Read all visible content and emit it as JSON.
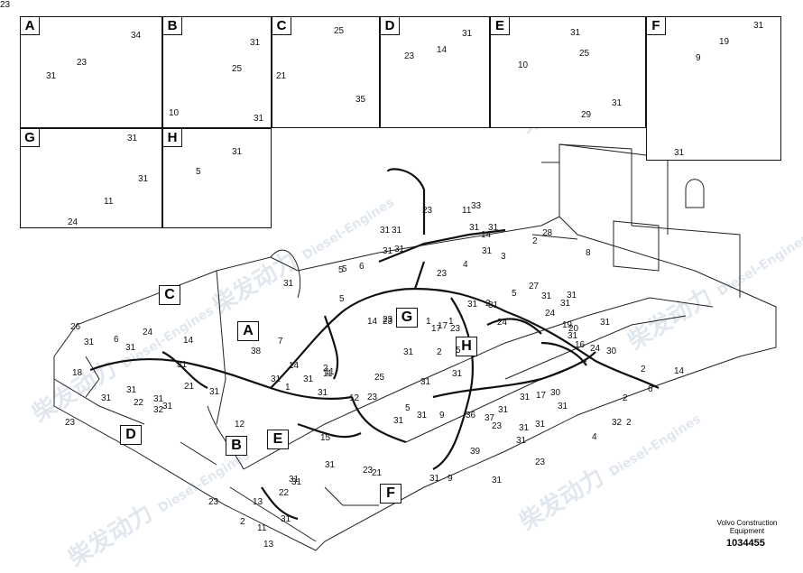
{
  "detail_boxes": [
    {
      "letter": "A",
      "parts": [
        "34",
        "23",
        "31"
      ]
    },
    {
      "letter": "B",
      "parts": [
        "31",
        "25",
        "10",
        "31"
      ]
    },
    {
      "letter": "C",
      "parts": [
        "25",
        "21",
        "35"
      ]
    },
    {
      "letter": "D",
      "parts": [
        "14",
        "31",
        "23"
      ]
    },
    {
      "letter": "E",
      "parts": [
        "31",
        "25",
        "10",
        "31",
        "29"
      ]
    },
    {
      "letter": "F",
      "parts": [
        "31",
        "19",
        "9",
        "31"
      ]
    },
    {
      "letter": "G",
      "parts": [
        "31",
        "31",
        "11",
        "24"
      ]
    },
    {
      "letter": "H",
      "parts": [
        "31",
        "5"
      ]
    }
  ],
  "callouts": [
    "C",
    "A",
    "G",
    "H",
    "D",
    "B",
    "E",
    "F"
  ],
  "labels": [
    "33",
    "23",
    "11",
    "31",
    "31",
    "31",
    "31",
    "14",
    "28",
    "3",
    "2",
    "31",
    "6",
    "23",
    "8",
    "5",
    "31",
    "1",
    "17",
    "23",
    "31",
    "5",
    "27",
    "31",
    "2",
    "31",
    "24",
    "14",
    "23",
    "31",
    "4",
    "31",
    "31",
    "24",
    "31",
    "31",
    "19",
    "17",
    "23",
    "11",
    "31",
    "20",
    "26",
    "31",
    "6",
    "24",
    "31",
    "14",
    "38",
    "7",
    "14",
    "31",
    "16",
    "24",
    "30",
    "5",
    "2",
    "14",
    "31",
    "21",
    "18",
    "31",
    "31",
    "31",
    "22",
    "32",
    "31",
    "23",
    "11",
    "25",
    "31",
    "23",
    "31",
    "5",
    "31",
    "2",
    "6",
    "9",
    "37",
    "36",
    "17",
    "30",
    "31",
    "32",
    "2",
    "2",
    "31",
    "23",
    "31",
    "31",
    "31",
    "31",
    "12",
    "15",
    "13",
    "31",
    "23",
    "21",
    "31",
    "31",
    "22",
    "39",
    "31",
    "23",
    "2",
    "31",
    "31",
    "23",
    "11",
    "13",
    "5",
    "5",
    "1",
    "31",
    "31",
    "4",
    "9",
    "31",
    "31",
    "2",
    "1",
    "12",
    "31",
    "23"
  ],
  "footer": {
    "line1": "Volvo Construction",
    "line2": "Equipment",
    "part_number": "1034455"
  },
  "watermark": {
    "text": "柴发动力",
    "sub": "Diesel-Engines"
  }
}
